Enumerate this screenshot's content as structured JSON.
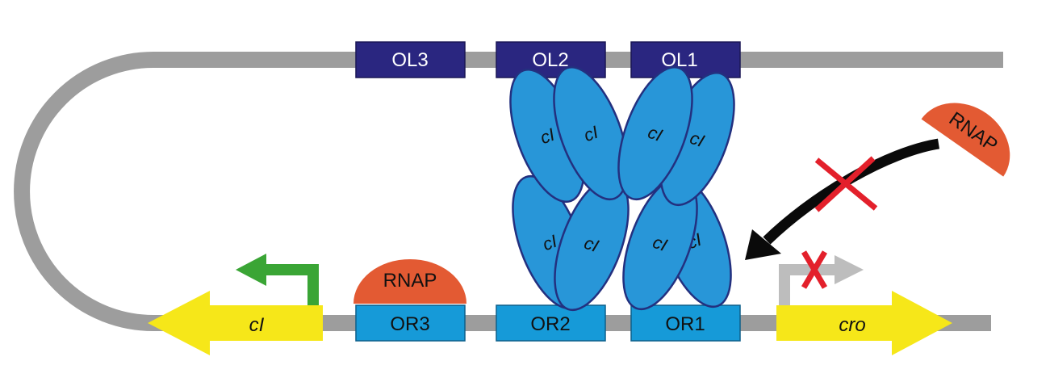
{
  "operators_left": [
    {
      "label": "OL3"
    },
    {
      "label": "OL2"
    },
    {
      "label": "OL1"
    }
  ],
  "operators_right": [
    {
      "label": "OR3"
    },
    {
      "label": "OR2"
    },
    {
      "label": "OR1"
    }
  ],
  "repressor_label": "cI",
  "rnap_label": "RNAP",
  "genes": {
    "left": "cI",
    "right": "cro"
  },
  "colors": {
    "dna": "#9d9d9d",
    "ol_box": "#2a2680",
    "or_box": "#169ad8",
    "repressor_fill": "#2896d8",
    "repressor_stroke": "#23307f",
    "rnap": "#e35a33",
    "gene": "#f6e719",
    "active_promoter": "#3aa535",
    "inactive_promoter": "#bdbdbd",
    "block_x": "#e3202b",
    "rnap_path": "#0a0a0a"
  }
}
